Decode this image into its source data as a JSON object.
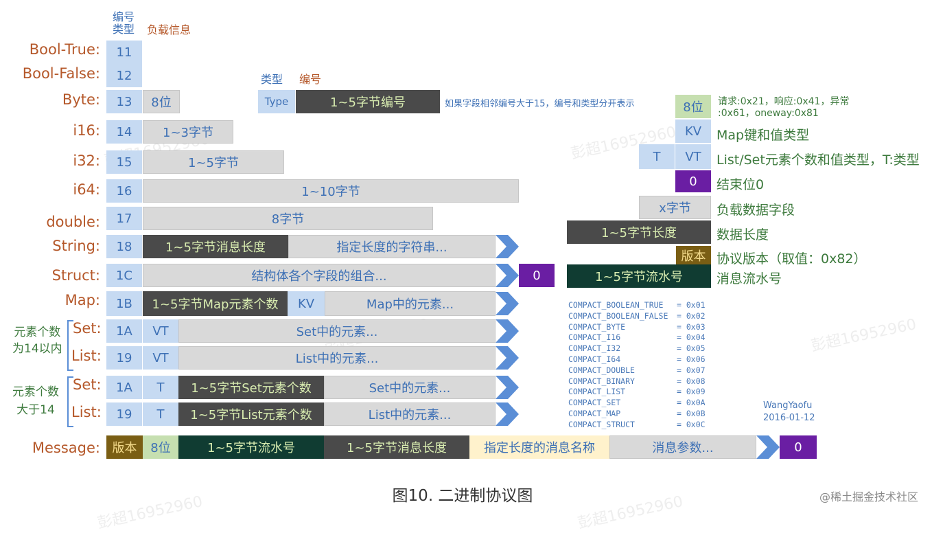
{
  "headers": {
    "id_type_line1": "编号",
    "id_type_line2": "类型",
    "payload": "负载信息",
    "type": "类型",
    "number": "编号"
  },
  "rows": {
    "bool_true": {
      "label": "Bool-True:",
      "id": "11"
    },
    "bool_false": {
      "label": "Bool-False:",
      "id": "12"
    },
    "byte": {
      "label": "Byte:",
      "id": "13",
      "payload": "8位"
    },
    "i16": {
      "label": "i16:",
      "id": "14",
      "payload": "1~3字节"
    },
    "i32": {
      "label": "i32:",
      "id": "15",
      "payload": "1~5字节"
    },
    "i64": {
      "label": "i64:",
      "id": "16",
      "payload": "1~10字节"
    },
    "double": {
      "label": "double:",
      "id": "17",
      "payload": "8字节"
    },
    "string": {
      "label": "String:",
      "id": "18",
      "len": "1~5字节消息长度",
      "content": "指定长度的字符串..."
    },
    "struct": {
      "label": "Struct:",
      "id": "1C",
      "content": "结构体各个字段的组合...",
      "end": "0"
    },
    "map": {
      "label": "Map:",
      "id": "1B",
      "count": "1~5字节Map元素个数",
      "kv": "KV",
      "content": "Map中的元素..."
    },
    "small_group": {
      "line1": "元素个数",
      "line2": "为14以内"
    },
    "set_small": {
      "label": "Set:",
      "id": "1A",
      "vt": "VT",
      "content": "Set中的元素..."
    },
    "list_small": {
      "label": "List:",
      "id": "19",
      "vt": "VT",
      "content": "List中的元素..."
    },
    "large_group": {
      "line1": "元素个数",
      "line2": "大于14"
    },
    "set_large": {
      "label": "Set:",
      "id": "1A",
      "t": "T",
      "count": "1~5字节Set元素个数",
      "content": "Set中的元素..."
    },
    "list_large": {
      "label": "List:",
      "id": "19",
      "t": "T",
      "count": "1~5字节List元素个数",
      "content": "List中的元素..."
    },
    "message": {
      "label": "Message:",
      "version": "版本",
      "bits": "8位",
      "seq": "1~5字节流水号",
      "len": "1~5字节消息长度",
      "name": "指定长度的消息名称",
      "params": "消息参数...",
      "end": "0"
    }
  },
  "field_header": {
    "type": "Type",
    "number": "1~5字节编号",
    "note": "如果字段相邻编号大于15，编号和类型分开表示"
  },
  "legend": [
    {
      "key": "8位",
      "text_line1": "请求:0x21，响应:0x41，异常",
      "text_line2": ":0x61，oneway:0x81"
    },
    {
      "key": "KV",
      "text": "Map键和值类型"
    },
    {
      "key_t": "T",
      "key": "VT",
      "text": "List/Set元素个数和值类型，T:类型"
    },
    {
      "key": "0",
      "text": "结束位0"
    },
    {
      "key": "x字节",
      "text": "负载数据字段"
    },
    {
      "key": "1~5字节长度",
      "text": "数据长度"
    },
    {
      "key": "版本",
      "text": "协议版本（取值：0x82）"
    },
    {
      "key": "1~5字节流水号",
      "text": "消息流水号"
    }
  ],
  "constants": [
    {
      "name": "COMPACT_BOOLEAN_TRUE",
      "value": "= 0x01"
    },
    {
      "name": "COMPACT_BOOLEAN_FALSE",
      "value": "= 0x02"
    },
    {
      "name": "COMPACT_BYTE",
      "value": "= 0x03"
    },
    {
      "name": "COMPACT_I16",
      "value": "= 0x04"
    },
    {
      "name": "COMPACT_I32",
      "value": "= 0x05"
    },
    {
      "name": "COMPACT_I64",
      "value": "= 0x06"
    },
    {
      "name": "COMPACT_DOUBLE",
      "value": "= 0x07"
    },
    {
      "name": "COMPACT_BINARY",
      "value": "= 0x08"
    },
    {
      "name": "COMPACT_LIST",
      "value": "= 0x09"
    },
    {
      "name": "COMPACT_SET",
      "value": "= 0x0A"
    },
    {
      "name": "COMPACT_MAP",
      "value": "= 0x0B"
    },
    {
      "name": "COMPACT_STRUCT",
      "value": "= 0x0C"
    }
  ],
  "author": {
    "name": "WangYaofu",
    "date": "2016-01-12"
  },
  "caption": "图10. 二进制协议图",
  "credit": "@稀土掘金技术社区",
  "watermark": "彭超16952960",
  "colors": {
    "label": "#b5582a",
    "id_fill": "#c6daf2",
    "dark": "#4a4a4a",
    "purple": "#6a1ea3",
    "teal": "#103c32",
    "olive": "#7a5e14",
    "green_text": "#3d7a3d"
  }
}
